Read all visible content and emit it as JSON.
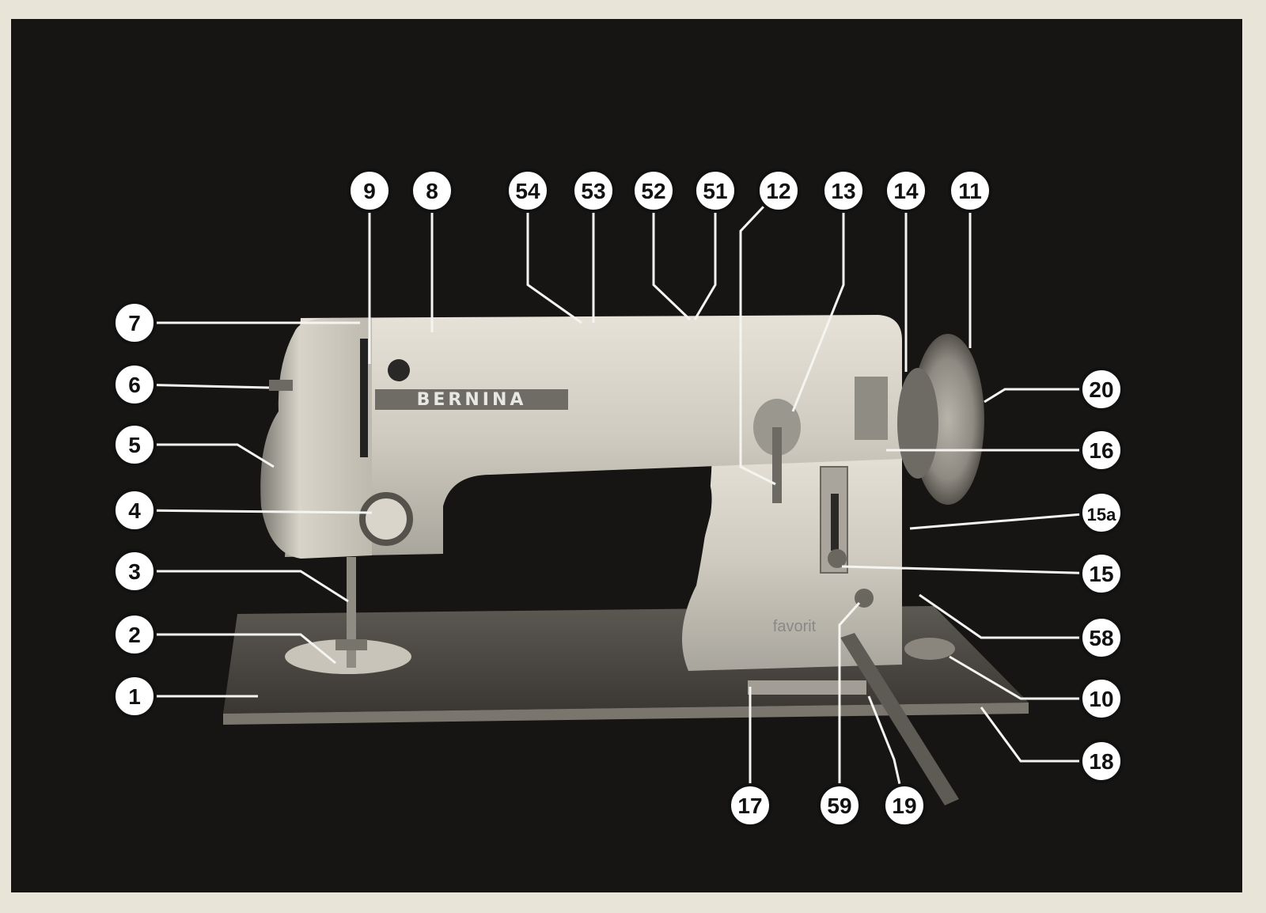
{
  "machine": {
    "brand_label": "BERNINA",
    "model_label": "favorit"
  },
  "colors": {
    "background": "#161513",
    "paper_border": "#e9e4d8",
    "machine_body": "#cfcbc0",
    "machine_shadow": "#8c8a82",
    "base_plate": "#6b6660",
    "leader_line": "#f4f4f0",
    "callout_fill": "#ffffff",
    "callout_text": "#111111"
  },
  "callouts": [
    {
      "id": "c9",
      "label": "9"
    },
    {
      "id": "c8",
      "label": "8"
    },
    {
      "id": "c54",
      "label": "54"
    },
    {
      "id": "c53",
      "label": "53"
    },
    {
      "id": "c52",
      "label": "52"
    },
    {
      "id": "c51",
      "label": "51"
    },
    {
      "id": "c12",
      "label": "12"
    },
    {
      "id": "c13",
      "label": "13"
    },
    {
      "id": "c14",
      "label": "14"
    },
    {
      "id": "c11",
      "label": "11"
    },
    {
      "id": "c7",
      "label": "7"
    },
    {
      "id": "c6",
      "label": "6"
    },
    {
      "id": "c5",
      "label": "5"
    },
    {
      "id": "c4",
      "label": "4"
    },
    {
      "id": "c3",
      "label": "3"
    },
    {
      "id": "c2",
      "label": "2"
    },
    {
      "id": "c1",
      "label": "1"
    },
    {
      "id": "c20",
      "label": "20"
    },
    {
      "id": "c16",
      "label": "16"
    },
    {
      "id": "c15a",
      "label": "15a"
    },
    {
      "id": "c15",
      "label": "15"
    },
    {
      "id": "c58",
      "label": "58"
    },
    {
      "id": "c10",
      "label": "10"
    },
    {
      "id": "c18",
      "label": "18"
    },
    {
      "id": "c17",
      "label": "17"
    },
    {
      "id": "c59",
      "label": "59"
    },
    {
      "id": "c19",
      "label": "19"
    }
  ]
}
